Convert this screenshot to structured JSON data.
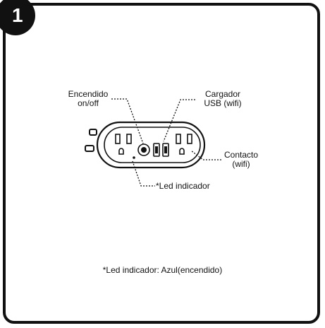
{
  "step_number": "1",
  "labels": {
    "power_line1": "Encendido",
    "power_line2": "on/off",
    "usb_line1": "Cargador",
    "usb_line2": "USB (wifi)",
    "outlet_line1": "Contacto",
    "outlet_line2": "(wifi)",
    "led": "*Led indicador"
  },
  "footnote": "*Led indicador: Azul(encendido)",
  "colors": {
    "stroke": "#111111",
    "background": "#ffffff"
  },
  "icons": [
    "power-button-icon",
    "usb-port-icon",
    "outlet-socket-icon"
  ]
}
